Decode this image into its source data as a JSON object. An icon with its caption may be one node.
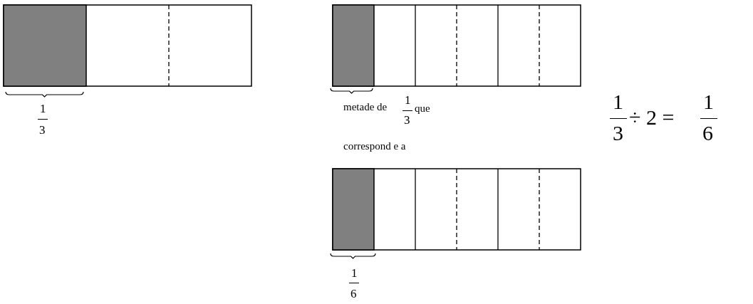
{
  "diagram": {
    "labels": [
      "1",
      "3",
      "metade de",
      "1",
      "3",
      "que",
      "correspond e a",
      "1",
      "6",
      "1",
      "3",
      "÷ 2 =",
      "1",
      "6"
    ]
  }
}
